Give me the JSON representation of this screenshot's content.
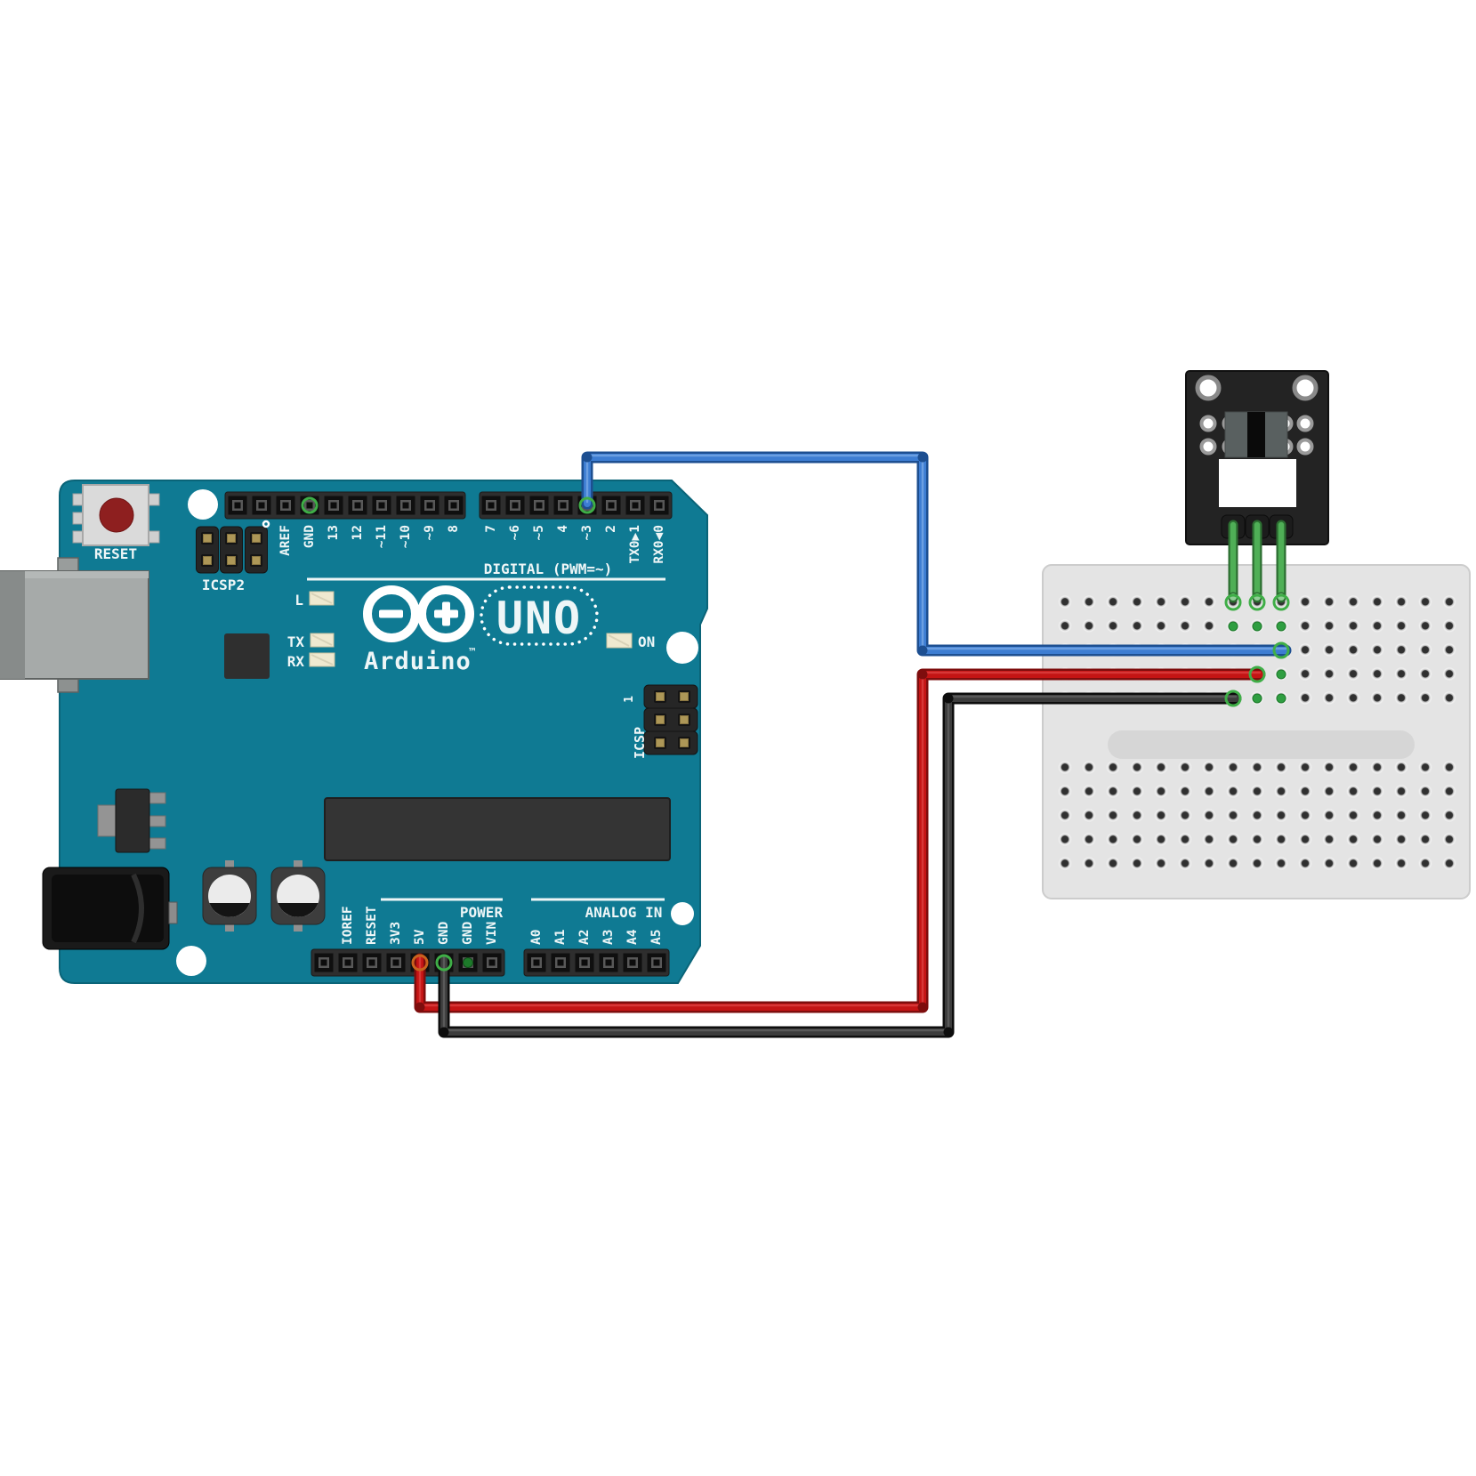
{
  "arduino": {
    "reset_label": "RESET",
    "icsp2_label": "ICSP2",
    "icsp_label": "ICSP",
    "icsp_pin1_label": "1",
    "digital_caption": "DIGITAL (PWM=~)",
    "digital_pins_left": [
      "",
      "",
      "AREF",
      "GND",
      "13",
      "12",
      "~11",
      "~10",
      "~9",
      "8"
    ],
    "digital_pins_right": [
      "7",
      "~6",
      "~5",
      "4",
      "~3",
      "2",
      "TX0▶1",
      "RX0◀0"
    ],
    "logo_model": "UNO",
    "brand": "Arduino",
    "trademark": "™",
    "led_l": "L",
    "led_tx": "TX",
    "led_rx": "RX",
    "led_on": "ON",
    "power_caption": "POWER",
    "power_pins": [
      "",
      "IOREF",
      "RESET",
      "3V3",
      "5V",
      "GND",
      "GND",
      "VIN"
    ],
    "analog_caption": "ANALOG IN",
    "analog_pins": [
      "A0",
      "A1",
      "A2",
      "A3",
      "A4",
      "A5"
    ]
  },
  "breadboard": {
    "type": "mini-breadboard",
    "columns": 17,
    "rows": 10,
    "highlighted_holes": [
      {
        "col": 8,
        "row": 2
      },
      {
        "col": 9,
        "row": 2
      },
      {
        "col": 10,
        "row": 2
      },
      {
        "col": 10,
        "row": 4
      },
      {
        "col": 9,
        "row": 5
      },
      {
        "col": 10,
        "row": 5
      }
    ]
  },
  "sensor": {
    "name": "photo-interrupter speed sensor module",
    "lead_color": "green",
    "lead_columns": [
      8,
      9,
      10
    ]
  },
  "wires": [
    {
      "name": "signal-wire",
      "color": "blue",
      "hex": "#3d7dd2",
      "from": "Arduino digital pin ~3",
      "to": "breadboard col 10 row 3"
    },
    {
      "name": "5v-wire",
      "color": "red",
      "hex": "#c41414",
      "from": "Arduino 5V pin",
      "to": "breadboard col 9 row 4"
    },
    {
      "name": "gnd-wire",
      "color": "black",
      "hex": "#3c3c3c",
      "from": "Arduino GND pin",
      "to": "breadboard col 8 row 5"
    }
  ],
  "colors": {
    "board": "#0f7a93",
    "silk": "#eef6f7",
    "breadboard": "#e4e4e4",
    "highlight_green": "#3fae47",
    "highlight_orange": "#c8641e"
  }
}
